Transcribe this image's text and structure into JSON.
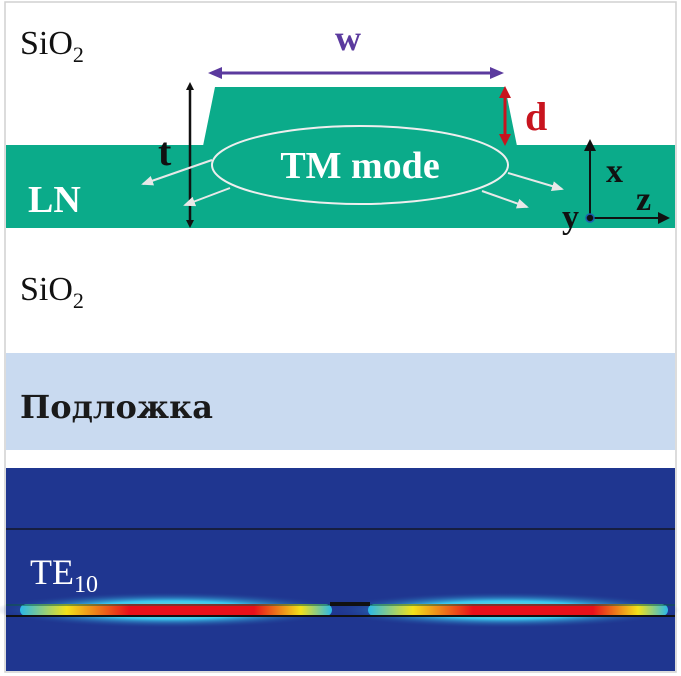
{
  "labels": {
    "sio2_top": "SiO",
    "sio2_top_sub": "2",
    "sio2_bottom": "SiO",
    "sio2_bottom_sub": "2",
    "ln": "LN",
    "width": "w",
    "thickness": "t",
    "etch_depth": "d",
    "mode": "TM mode",
    "axis_x": "x",
    "axis_y": "y",
    "axis_z": "z",
    "substrate": "Подложка",
    "field_mode": "TE",
    "field_mode_sub": "10"
  },
  "colors": {
    "ln": "#0bab8a",
    "width_arrow": "#5b3a9e",
    "depth_arrow": "#c8141e",
    "substrate": "#c9daf0",
    "field_background": "#1f3690"
  }
}
